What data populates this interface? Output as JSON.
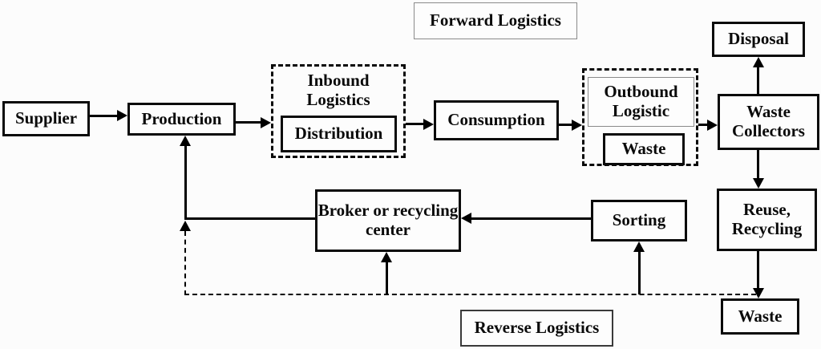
{
  "diagram": {
    "regions": {
      "forward": "Forward Logistics",
      "reverse": "Reverse Logistics"
    },
    "boxes": {
      "supplier": "Supplier",
      "production": "Production",
      "inbound_logistics": "Inbound Logistics",
      "distribution": "Distribution",
      "consumption": "Consumption",
      "outbound_logistic": "Outbound Logistic",
      "outbound_waste": "Waste",
      "waste_collectors": "Waste Collectors",
      "disposal": "Disposal",
      "reuse_recycling": "Reuse, Recycling",
      "broker": "Broker or recycling center",
      "sorting": "Sorting",
      "final_waste": "Waste"
    },
    "colors": {
      "line": "#000000",
      "text": "#0a0a0a",
      "background": "#fcfcfc"
    }
  }
}
